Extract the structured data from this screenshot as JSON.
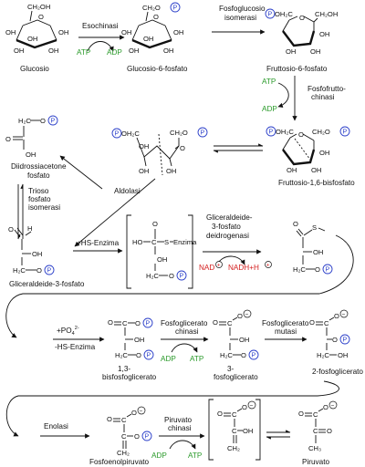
{
  "colors": {
    "cofactor": "#2a9a2a",
    "redox": "#d42020",
    "phosphate": "#2b3fc9"
  },
  "molecules": {
    "glucose": "Glucosio",
    "g6p": "Glucosio-6-fosfato",
    "f6p": "Fruttosio-6-fosfato",
    "f16bp": "Fruttosio-1,6-bisfosfato",
    "dhap_line1": "Diidrossiacetone",
    "dhap_line2": "fosfato",
    "gap": "Gliceraldeide-3-fosfato",
    "bpg_line1": "1,3-",
    "bpg_line2": "bisfosfoglicerato",
    "pg3_line1": "3-",
    "pg3_line2": "fosfoglicerato",
    "pg2": "2-fosfoglicerato",
    "pep": "Fosfoenolpiruvato",
    "pyruvate": "Piruvato"
  },
  "enzymes": {
    "hexokinase": "Esochinasi",
    "pgi_line1": "Fosfoglucosio",
    "pgi_line2": "isomerasi",
    "pfk_line1": "Fosfofrutto-",
    "pfk_line2": "chinasi",
    "aldolase": "Aldolasi",
    "tpi_line1": "Trioso",
    "tpi_line2": "fosfato",
    "tpi_line3": "isomerasi",
    "gapdh_line1": "Gliceraldeide-",
    "gapdh_line2": "3-fosfato",
    "gapdh_line3": "deidrogenasi",
    "pgk_line1": "Fosfoglicerato",
    "pgk_line2": "chinasi",
    "pgm_line1": "Fosfoglicerato",
    "pgm_line2": "mutasi",
    "enolase": "Enolasi",
    "pk_line1": "Piruvato",
    "pk_line2": "chinasi"
  },
  "cofactors": {
    "atp": "ATP",
    "adp": "ADP",
    "hs_enzyme_add": "+HS-Enzima",
    "hs_enzyme_remove": "-HS-Enzima",
    "phosphate_in": "+PO",
    "phosphate_sub": "4",
    "phosphate_sup": "2-",
    "nad": "NAD",
    "nadh": "NADH+H"
  },
  "atoms": {
    "p": "P",
    "minus": "−",
    "plus": "+",
    "oh": "OH",
    "o": "O",
    "ho": "HO",
    "h": "H",
    "s": "S",
    "ch2oh": "CH₂OH",
    "ch2o": "CH₂O",
    "poh2c": "OH₂C",
    "h2c": "H₂C",
    "c": "C",
    "enzima": "Enzima",
    "ch2": "CH₂",
    "ch3": "CH₃"
  }
}
